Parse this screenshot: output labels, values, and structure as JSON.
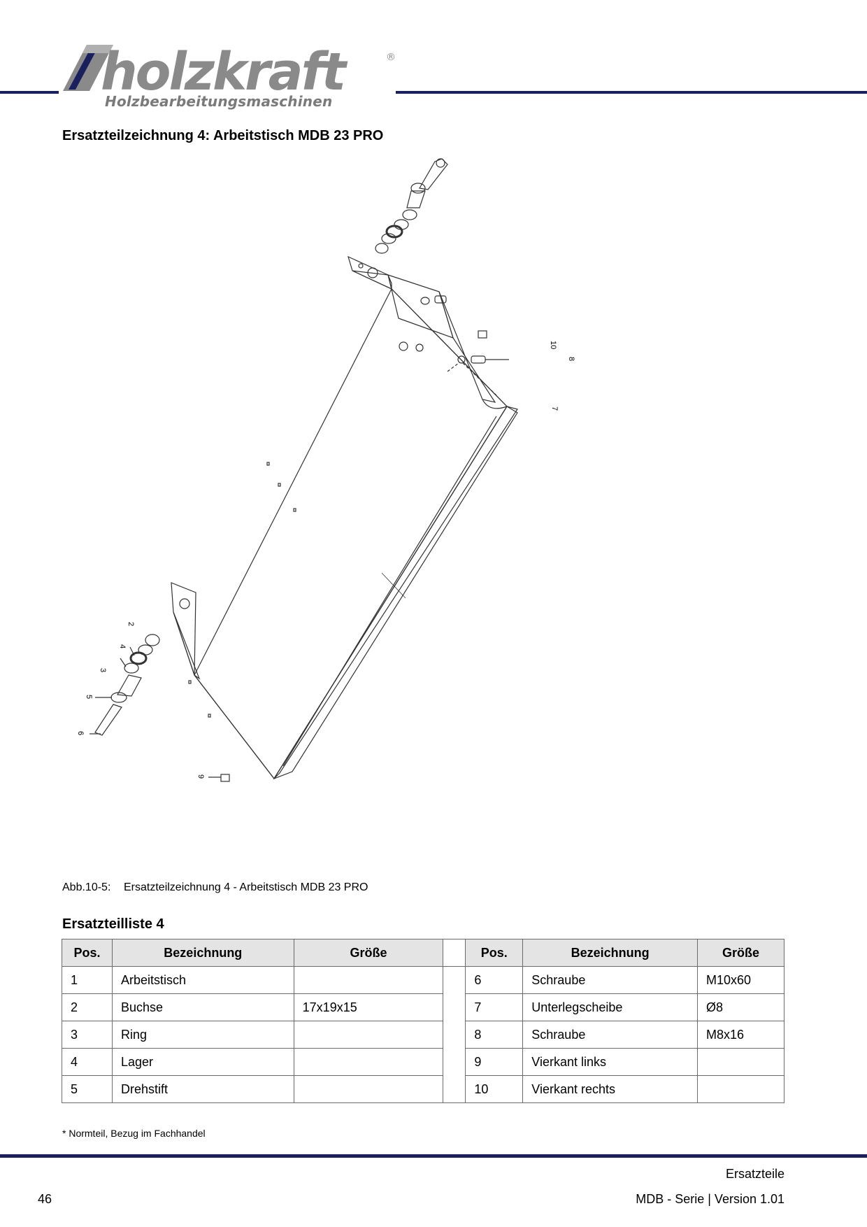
{
  "header": {
    "brand": "holzkraft",
    "registered": "®",
    "tagline": "Holzbearbeitungsmaschinen"
  },
  "page_title": "Ersatzteilzeichnung 4: Arbeitstisch MDB 23 PRO",
  "drawing": {
    "callouts": [
      "10",
      "8",
      "7",
      "2",
      "4",
      "3",
      "5",
      "6",
      "9"
    ]
  },
  "caption": {
    "label": "Abb.10-5:",
    "text": "Ersatzteilzeichnung 4 - Arbeitstisch MDB 23 PRO"
  },
  "parts_list": {
    "title": "Ersatzteilliste 4",
    "headers": [
      "Pos.",
      "Bezeichnung",
      "Größe"
    ],
    "left": [
      {
        "pos": "1",
        "name": "Arbeitstisch",
        "size": ""
      },
      {
        "pos": "2",
        "name": "Buchse",
        "size": "17x19x15"
      },
      {
        "pos": "3",
        "name": "Ring",
        "size": ""
      },
      {
        "pos": "4",
        "name": "Lager",
        "size": ""
      },
      {
        "pos": "5",
        "name": "Drehstift",
        "size": ""
      }
    ],
    "right": [
      {
        "pos": "6",
        "name": "Schraube",
        "size": "M10x60"
      },
      {
        "pos": "7",
        "name": "Unterlegscheibe",
        "size": "Ø8"
      },
      {
        "pos": "8",
        "name": "Schraube",
        "size": "M8x16"
      },
      {
        "pos": "9",
        "name": "Vierkant links",
        "size": ""
      },
      {
        "pos": "10",
        "name": "Vierkant rechts",
        "size": ""
      }
    ]
  },
  "footnote": "*  Normteil, Bezug im Fachhandel",
  "footer": {
    "section": "Ersatzteile",
    "page_number": "46",
    "doc": "MDB - Serie |  Version 1.01"
  },
  "colors": {
    "brand_navy": "#1a1f5e",
    "logo_gray": "#8a8a8a",
    "table_header_bg": "#e4e4e4"
  }
}
